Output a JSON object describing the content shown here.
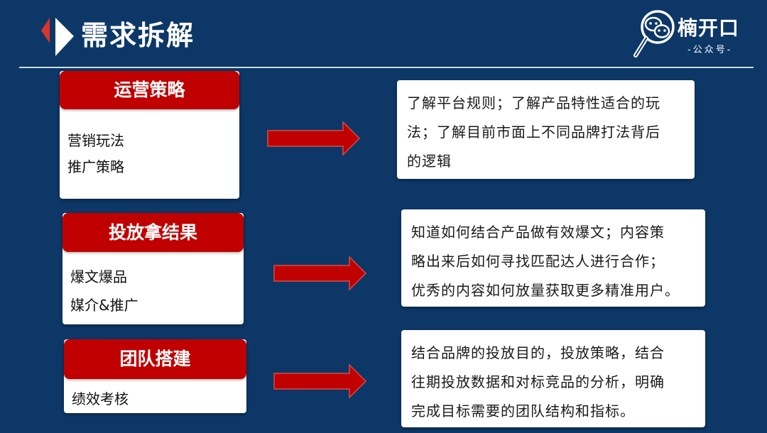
{
  "header": {
    "title": "需求拆解",
    "logo": {
      "icon": "magnifier-wechat-icon",
      "name": "楠开口",
      "subtitle": "-公众号-"
    }
  },
  "colors": {
    "background": "#0d3766",
    "accent_red": "#c00000",
    "divider": "#c9dbef",
    "card": "#ffffff"
  },
  "sections": [
    {
      "heading": "运营策略",
      "items": [
        "营销玩法",
        "推广策略"
      ],
      "arrow_icon": "right-arrow-icon",
      "description": [
        "了解平台规则；了解产品特性适合的玩",
        "法；了解目前市面上不同品牌打法背后",
        "的逻辑"
      ]
    },
    {
      "heading": "投放拿结果",
      "items": [
        "爆文爆品",
        "媒介&推广"
      ],
      "arrow_icon": "right-arrow-icon",
      "description": [
        "知道如何结合产品做有效爆文；内容策",
        "略出来后如何寻找匹配达人进行合作；",
        "优秀的内容如何放量获取更多精准用户。"
      ]
    },
    {
      "heading": "团队搭建",
      "items": [
        "绩效考核"
      ],
      "arrow_icon": "right-arrow-icon",
      "description": [
        "结合品牌的投放目的，投放策略，结合",
        "往期投放数据和对标竞品的分析，明确",
        "完成目标需要的团队结构和指标。"
      ]
    }
  ]
}
